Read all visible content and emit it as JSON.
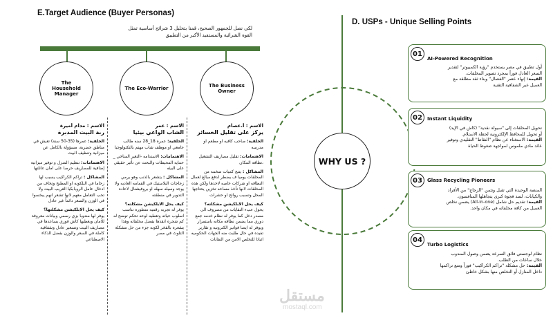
{
  "left": {
    "title": "E.Target Audience (Buyer Personas)",
    "intro_1": "لكي نصل للجمهور الصحيح، قمنا بتحليل 3 شرائح أساسية تمثل",
    "intro_2": "القوة الشرائية والمستفيد الأكبر من التطبيق",
    "personas": [
      {
        "circle": "The Household Manager",
        "name_label": "الاسم : مدام أميرة",
        "name_sub": "ربة البيت المدبرة",
        "bg_label": "الخلفية:",
        "bg_text": "عمرها (35-50 سنة) تعيش في مناطق حضرية، مسؤولة بالكامل عن ميزانية وتنظيف البيت",
        "int_label": "الاهتمامات:",
        "int_text": "تنظيم المنزل و توفير ميزانية إضافية للمصاريف حرصا على امان عائلتها",
        "prob_label": "المشاكل :",
        "prob_text": "تراكم الكراكيب يسبب لها زحاما في البلكونه او المطبخ وتخاف من ادخال عامل الروبابكيا الغريب البيت ولا تحب التعامل معهم لانها تشعر انهم يبخسوا في الوزن والسعر دائماً غير عادل",
        "q_label": "كيف يحل الابلكيشن مشكلتها؟",
        "q_text": "يوفر لها مندوبا بزي رسمي وبيانات معروفة للامان وبعطيها كاش فوري يساعدها في مصاريف البيت وتسعير عادل وشفافية كاملة في السعر والوزن بفضل الذكاء الاصطناعي"
      },
      {
        "circle": "The Eco-Warrior",
        "name_label": "الاسم : عمر",
        "name_sub": "الشاب الواعي بيئيا",
        "bg_label": "الخلفية:",
        "bg_text": "عمره 18_28 سنه طالب جامعي او موظف شاب مهتم بالتكنولوجيا",
        "int_label": "الاهتمامات:",
        "int_text": "الاستدامه -التغير المناخي _ حمايه المحيطات والبحث عن تأثير حقيقي على البيئه",
        "prob_label": "المشاكل :",
        "prob_text": "يتشعر بالذنب وهو يرمي زجاجات البلاستيك في القمامه العاديه ولا يوجد وسيله سهله او بروفيشنال لاعاده التدوير في منطقته",
        "q_label": "كيف يحل الابلكيشن مشكلته؟",
        "q_text": "يوفر له تجربه رقميه متطوره تناسب اسلوب حياته وتعطيه لوحه تحكم توضح له كم شجره انقذها بفضل مخلفاته وهذا يشعره بالفخر لكونه جزء من حل مشكلة التلوث في مصر"
      },
      {
        "circle": "The Business Owner",
        "name_label": "الاسم : أ.عصام",
        "name_sub": "يركز على تقليل الخسائر",
        "bg_label": "الخلفية:",
        "bg_text": "صاحب كافيه او مطعم او مدرسه",
        "int_label": "الاهتمامات:",
        "int_text": "تقليل مصاريف التشغيل ،نظافه المكان",
        "prob_label": "المشاكل :",
        "prob_text": "ينتج كميات ضخمه من المخلفات يوميا ف يضطر لدفع مبالغ لعمال النظافه او شركات خاصه لاخذها ولكن هذه المخلفات لانها تأخذ مساحه تخزين يحتاجها المحل وتسبب روائح او حشرات",
        "q_label": "كيف يحل الابلكيشن مشكلته؟",
        "q_text": "يحول عبء النفايات من مصروف الى مصدر دخل كما يوفر له نظام خدمه جمع دوري مما يضمن نظافه مكانه باستمرار ويوفر له ايضا فواتير الكترونيه و تقارير تفيده في حال طلبت منه الجهات الحكوميه اثباتا للتخلص الامن من النفايات"
      }
    ]
  },
  "right": {
    "title": "D. USPs - Unique Selling Points",
    "center": "WHY US ?",
    "items": [
      {
        "num": "01",
        "title": "AI-Powered Recognition",
        "line_1": "أول تطبيق في مصر يستخدم \"رؤية الكمبيوتر\" لتقدير",
        "line_2": "السعر العادل فوراً بمجرد تصوير المخلفات.",
        "value_label": "القيمة:",
        "value_1": " إنهاء عصر \"الفصال\" وبناء ثقة مطلقة مع",
        "value_2": "العميل عبر الشفافية التقنية"
      },
      {
        "num": "02",
        "title": "Instant Liquidity",
        "line_1": "تحويل المخلفات إلى \"سيولة نقدية\" (كاش في الإيد)",
        "line_2": "أو تحويل للمحافظ الإلكترونية لحظة الاستلام.",
        "value_label": "القيمة:",
        "value_1": " الاستغناء عن نظام \"النقاط\" التقليدي وتوفير",
        "value_2": "عائد مادي ملموس لمواجهة ضغوط الحياة"
      },
      {
        "num": "03",
        "title": "Glass Recycling Pioneers",
        "line_1": "المنصة الوحيدة التي تقبل وتثمن \"الزجاج\" من الأفراد",
        "line_2": "والكيانات، لسد فجوة كبرى يتجاهلها المنافسون.",
        "value_label": "القيمة:",
        "value_1": " تقديم حل شامل (All-in-one) يضمن تخلص",
        "value_2": "العميل من كافة مخلفاته في مكان واحد."
      },
      {
        "num": "04",
        "title": "Turbo Logistics",
        "line_1": "نظام لوجستي فائق السرعة يضمن وصول المندوب",
        "line_2": "خلال ساعات من الطلب.",
        "value_label": "القيمة:",
        "value_1": " حل مشكلة \"تراكم الكراكيب\" فوراً ومنع تراكمها",
        "value_2": "داخل المنازل أو التخلص منها بشكل خاطئ"
      }
    ]
  },
  "watermark": {
    "arabic": "مستقل",
    "latin": "mostaql.com"
  },
  "colors": {
    "accent_green": "#4a7a3a",
    "outline": "#222222",
    "watermark": "#c9c9c9"
  }
}
